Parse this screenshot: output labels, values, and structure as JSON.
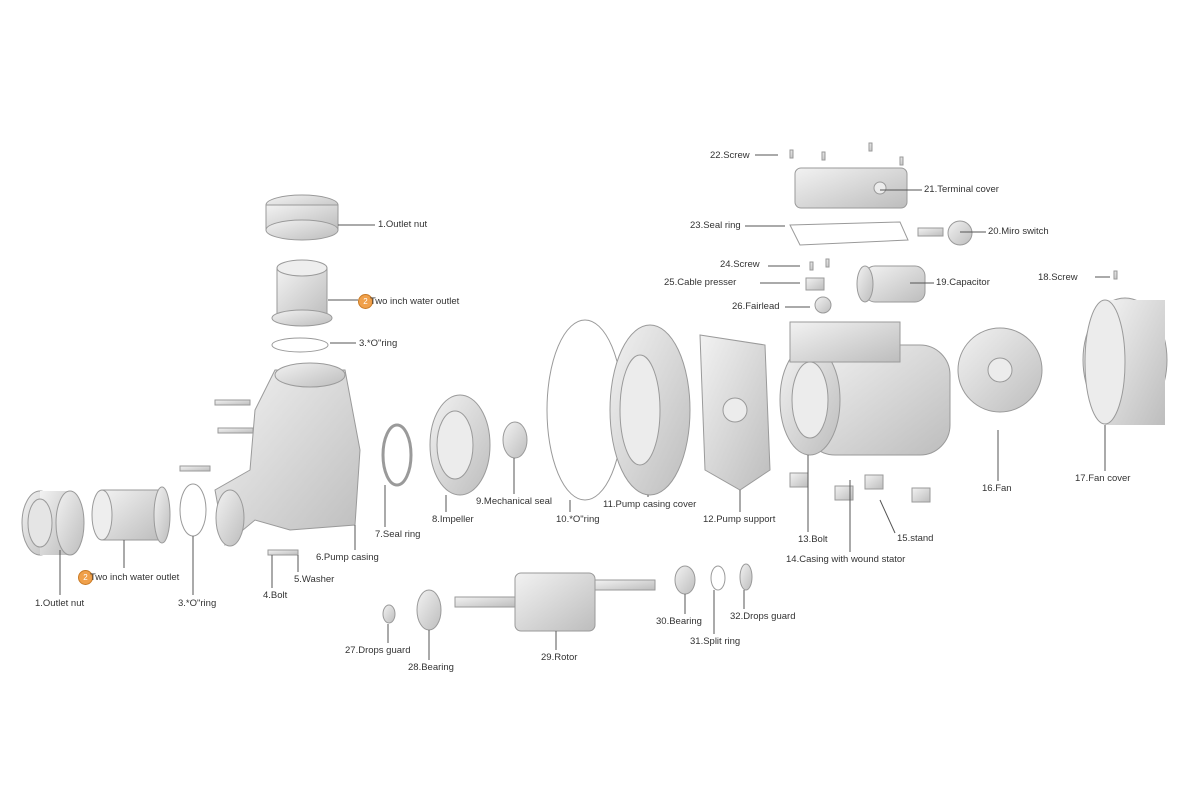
{
  "title_hidden": null,
  "colors": {
    "part_fill": "#d9d9d9",
    "part_stroke": "#9a9a9a",
    "leader": "#555555",
    "badge": "#f0a04a"
  },
  "badge_number": "2",
  "labels": [
    "1.Outlet nut",
    "Two inch water outlet",
    "3.*O\"ring",
    "1.Outlet nut",
    "Two inch water outlet",
    "3.*O\"ring",
    "4.Bolt",
    "5.Washer",
    "6.Pump casing",
    "7.Seal ring",
    "8.Impeller",
    "9.Mechanical seal",
    "10.*O\"ring",
    "11.Pump casing cover",
    "12.Pump support",
    "13.Bolt",
    "14.Casing with wound stator",
    "15.stand",
    "16.Fan",
    "17.Fan cover",
    "18.Screw",
    "19.Capacitor",
    "20.Miro switch",
    "21.Terminal cover",
    "22.Screw",
    "23.Seal ring",
    "24.Screw",
    "25.Cable presser",
    "26.Fairlead",
    "27.Drops guard",
    "28.Bearing",
    "29.Rotor",
    "30.Bearing",
    "31.Split ring",
    "32.Drops guard"
  ]
}
